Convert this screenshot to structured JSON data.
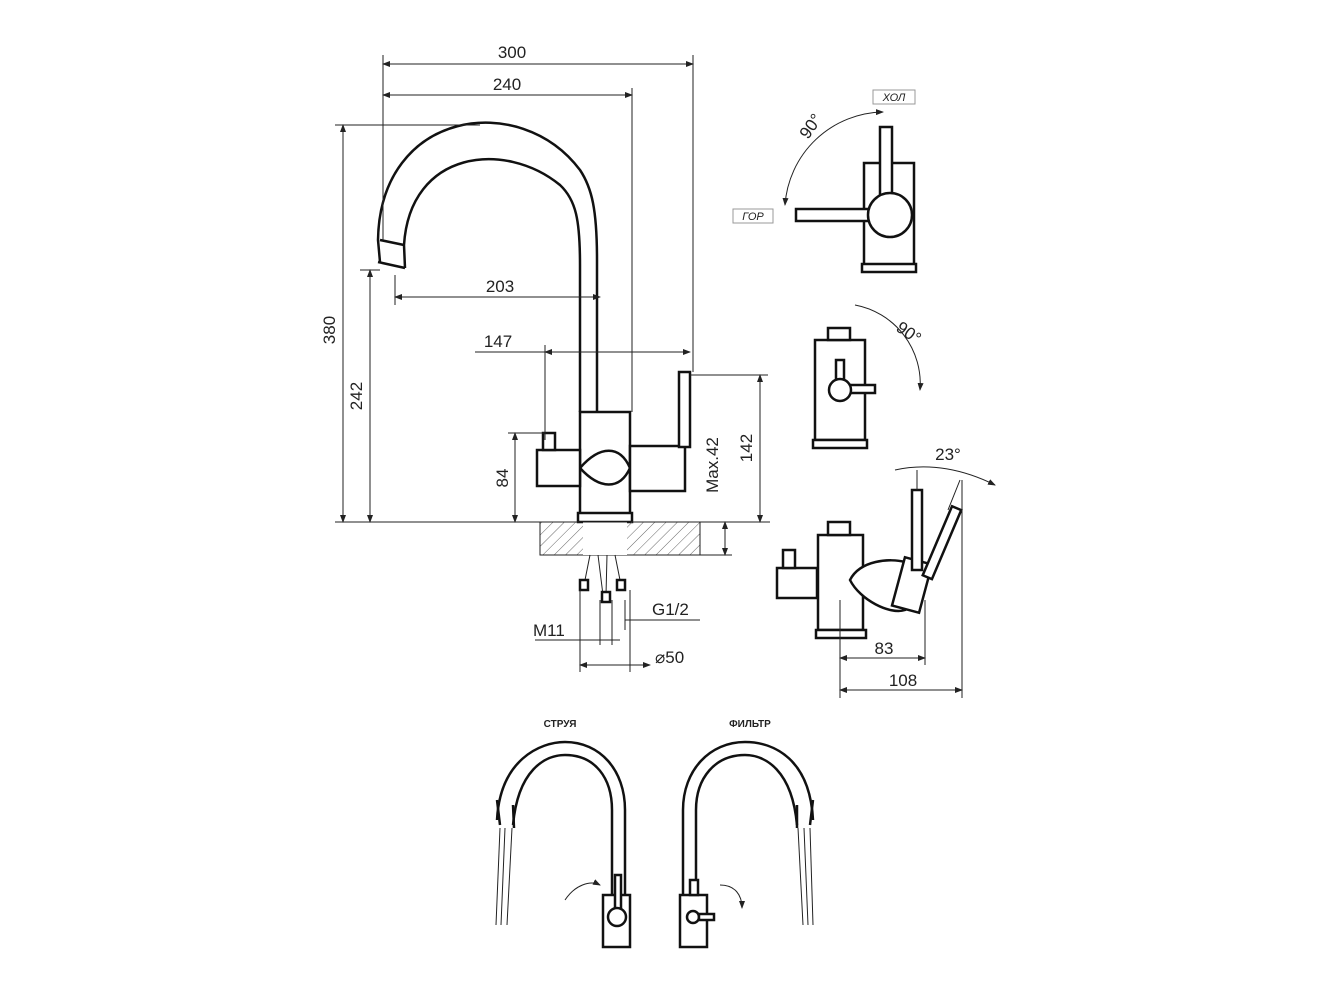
{
  "dimensions": {
    "width_total": "300",
    "width_spout": "240",
    "height_total": "380",
    "height_spout": "242",
    "reach": "203",
    "handle_offset": "147",
    "handle_height": "84",
    "lever_height": "142",
    "max_counter": "Max.42",
    "thread_g": "G1/2",
    "thread_m": "M11",
    "diameter": "⌀50",
    "side_83": "83",
    "side_108": "108"
  },
  "angles": {
    "top_view": "90°",
    "filter_view": "90°",
    "lever_tilt": "23°"
  },
  "labels": {
    "cold": "ХОЛ",
    "hot": "ГОР",
    "stream": "СТРУЯ",
    "filter": "ФИЛЬТР"
  }
}
